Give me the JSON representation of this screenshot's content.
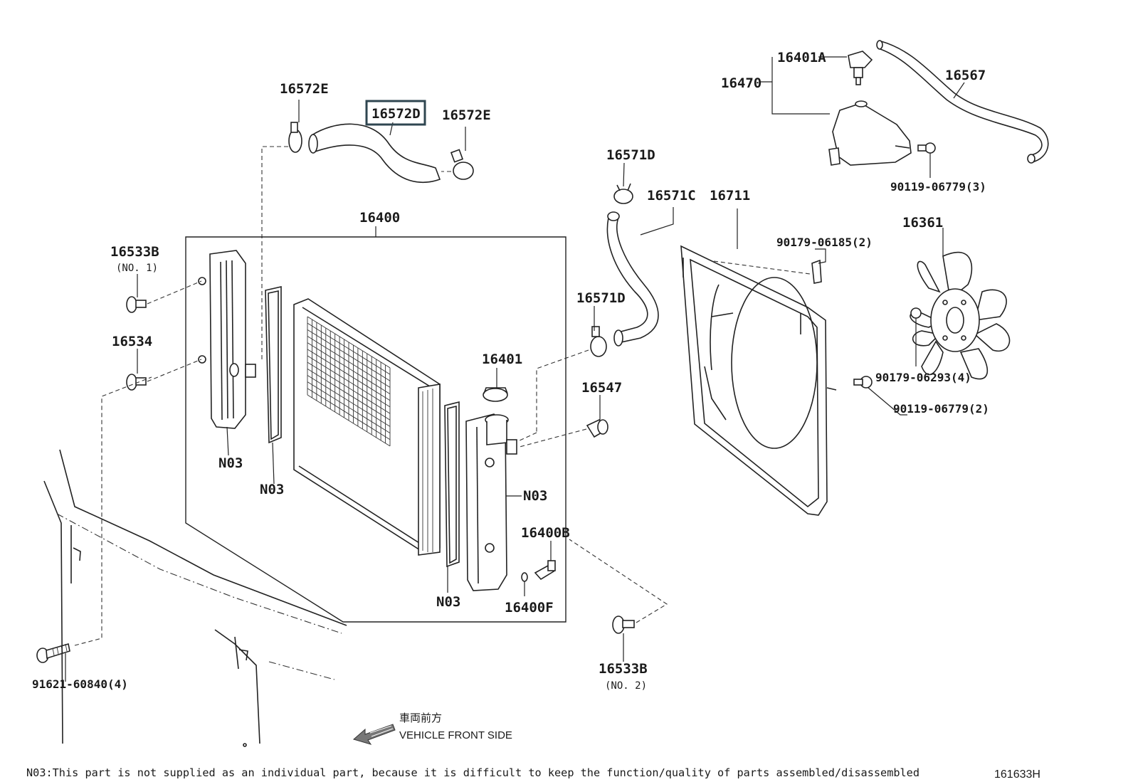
{
  "labels": {
    "p16572E_a": "16572E",
    "p16572D": "16572D",
    "p16572E_b": "16572E",
    "p16400": "16400",
    "p16533B_1": "16533B",
    "no1": "(NO. 1)",
    "p16534": "16534",
    "n03_a": "N03",
    "n03_b": "N03",
    "n03_c": "N03",
    "n03_d": "N03",
    "p16401": "16401",
    "p16547": "16547",
    "p16400B": "16400B",
    "p16400F": "16400F",
    "p16571D_a": "16571D",
    "p16571C": "16571C",
    "p16571D_b": "16571D",
    "p16711": "16711",
    "p90179_06185": "90179-06185(2)",
    "p16401A": "16401A",
    "p16470": "16470",
    "p16567": "16567",
    "p90119_06779_3": "90119-06779(3)",
    "p16361": "16361",
    "p90179_06293": "90179-06293(4)",
    "p90119_06779_2": "90119-06779(2)",
    "p16533B_2": "16533B",
    "no2": "(NO. 2)",
    "p91621": "91621-60840(4)"
  },
  "direction": {
    "japanese": "車両前方",
    "english": "VEHICLE FRONT SIDE"
  },
  "footer": {
    "note": "N03:This part is not supplied as an individual part, because it is difficult to keep the function/quality of parts assembled/disassembled",
    "code": "161633H"
  },
  "highlight": {
    "part": "16572D",
    "color": "#2f4650"
  }
}
